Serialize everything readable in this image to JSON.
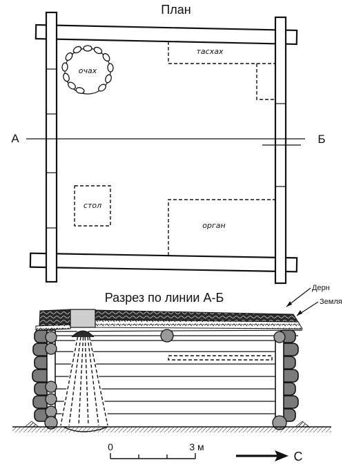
{
  "plan": {
    "title": "План",
    "labels": {
      "hearth": "очах",
      "tashah": "тасхах",
      "table": "стол",
      "organ": "орган"
    },
    "section_line": {
      "start": "А",
      "end": "Б"
    }
  },
  "section": {
    "title": "Разрез по линии А-Б",
    "callouts": {
      "sod": "Дерн",
      "earth": "Земля"
    }
  },
  "scale": {
    "zero": "0",
    "end": "3 м"
  },
  "north": {
    "label": "С"
  }
}
